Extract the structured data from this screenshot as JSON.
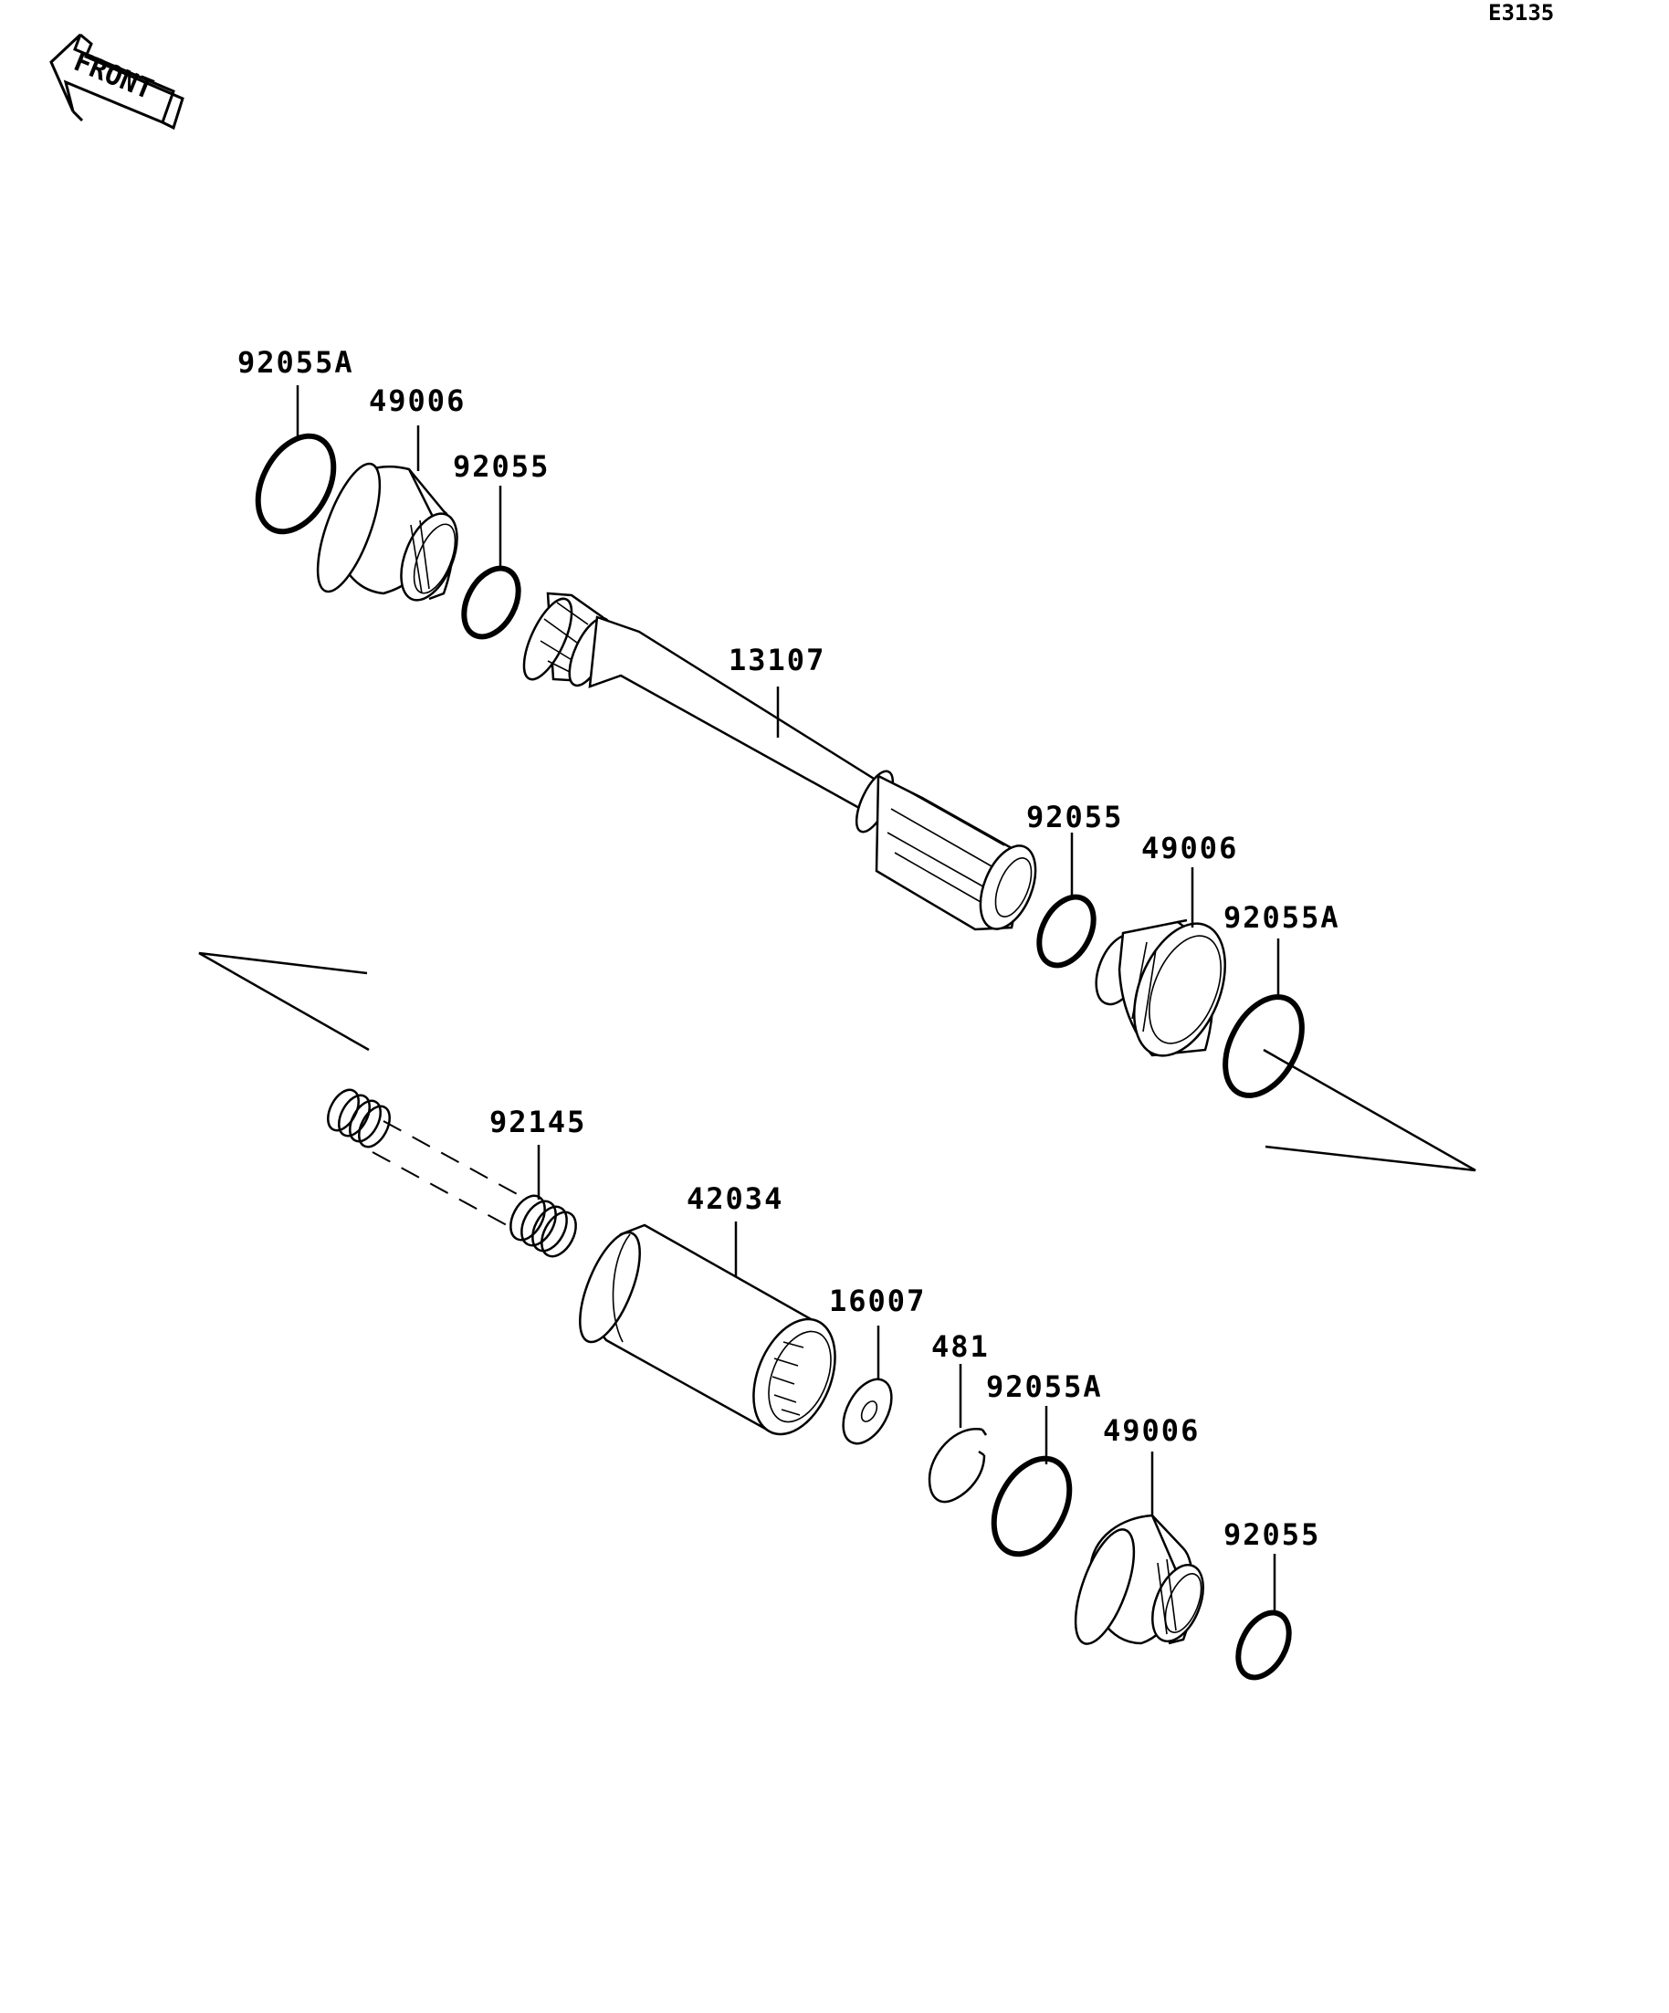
{
  "diagram_code": "E3135",
  "front_label": "FRONT",
  "parts": {
    "upper_ring_a_left": "92055A",
    "upper_boot_left": "49006",
    "upper_ring_left": "92055",
    "shaft": "13107",
    "upper_ring_right": "92055",
    "upper_boot_right": "49006",
    "upper_ring_a_right": "92055A",
    "spring": "92145",
    "coupling": "42034",
    "washer": "16007",
    "circlip": "481",
    "lower_ring_a": "92055A",
    "lower_boot": "49006",
    "lower_ring": "92055"
  }
}
